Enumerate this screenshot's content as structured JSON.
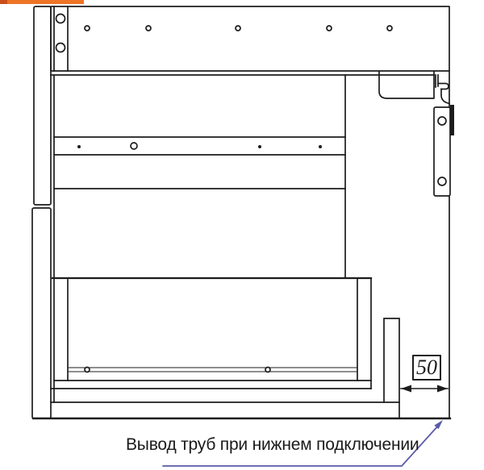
{
  "colors": {
    "background": "#ffffff",
    "line": "#1c1c1c",
    "accent_bar_orange": "#ee7425",
    "accent_bar_orange_dark": "#c94f1c",
    "leader_blue": "#5a5aa8",
    "text": "#1a1a1a"
  },
  "drawing": {
    "title": "cabinet rear view with bottom pipe connection clearance",
    "dimension_label": "50",
    "annotation": "Вывод труб при нижнем подключении"
  }
}
